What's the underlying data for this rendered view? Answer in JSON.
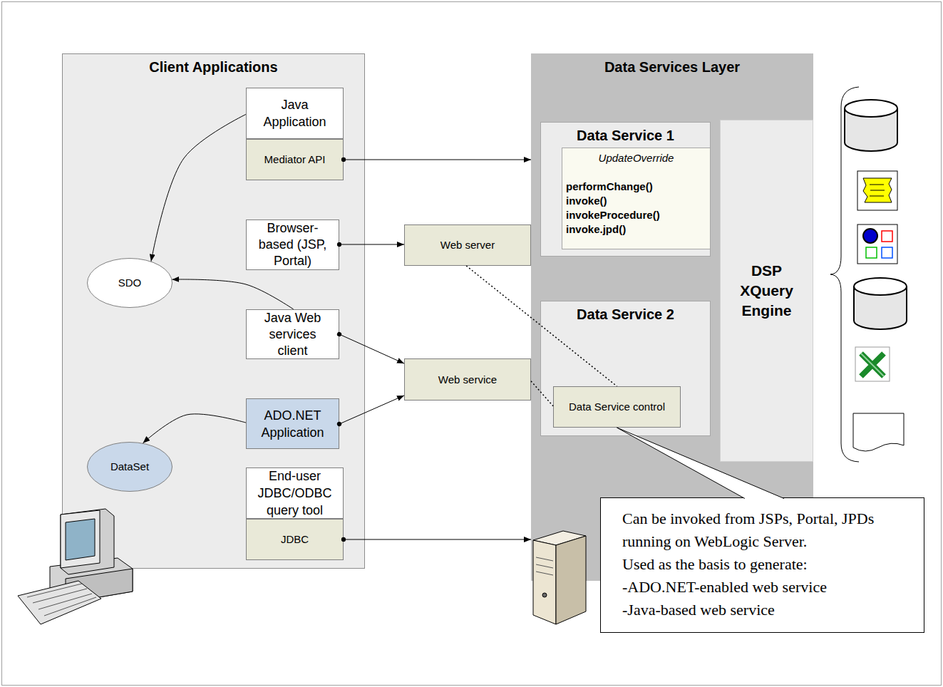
{
  "diagram": {
    "nodes": [
      {
        "text": [
          "Client Applications"
        ]
      },
      {
        "text": [
          "Java Application"
        ],
        "in": 0
      },
      {
        "text": [
          "Mediator API"
        ],
        "in": 0
      },
      {
        "text": [
          "Browser- based (JSP, Portal)"
        ],
        "in": 0
      },
      {
        "text": [
          "SDO"
        ],
        "in": 0
      },
      {
        "text": [
          "Java Web services client"
        ],
        "in": 0
      },
      {
        "text": [
          "ADO.NET Application"
        ],
        "in": 0
      },
      {
        "text": [
          "DataSet"
        ],
        "in": 0
      },
      {
        "text": [
          "End-user JDBC/ODBC query tool"
        ],
        "in": 0
      },
      {
        "text": [
          "JDBC"
        ],
        "in": 0
      },
      {
        "text": [
          "Data Services Layer"
        ]
      },
      {
        "text": [
          "Data Service 1"
        ],
        "in": 10
      },
      {
        "text": [
          "UpdateOverride",
          "performChange() invoke() invokeProcedure() invoke.jpd()"
        ],
        "in": 11
      },
      {
        "text": [
          "Web server"
        ]
      },
      {
        "text": [
          "DSP XQuery Engine"
        ],
        "in": 10
      },
      {
        "text": [
          "Data Service 2"
        ],
        "in": 10
      },
      {
        "text": [
          "Data Service control"
        ],
        "in": 15
      },
      {
        "text": [
          "Web service"
        ]
      },
      {
        "text": [
          "Can be invoked from JSPs, Portal, JPDs running on WebLogic Server.",
          "Used as the basis to generate:",
          "-ADO.NET-enabled web service",
          "-Java-based web service"
        ]
      }
    ],
    "edges": [
      {
        "from": 1,
        "to": 4,
        "arrow": "to"
      },
      {
        "from": 2,
        "to": 10,
        "arrow": "to"
      },
      {
        "from": 3,
        "to": 13,
        "arrow": "to"
      },
      {
        "from": 5,
        "to": 4,
        "arrow": "to"
      },
      {
        "from": 5,
        "to": 17,
        "arrow": "to"
      },
      {
        "from": 6,
        "to": 7,
        "arrow": "to"
      },
      {
        "from": 6,
        "to": 17,
        "arrow": "to"
      },
      {
        "from": 9,
        "to": 10,
        "arrow": "to"
      },
      {
        "from": 13,
        "to": 16,
        "arrow": "none"
      },
      {
        "from": 17,
        "to": 16,
        "arrow": "none"
      },
      {
        "from": 18,
        "to": 16,
        "arrow": "none"
      }
    ]
  }
}
